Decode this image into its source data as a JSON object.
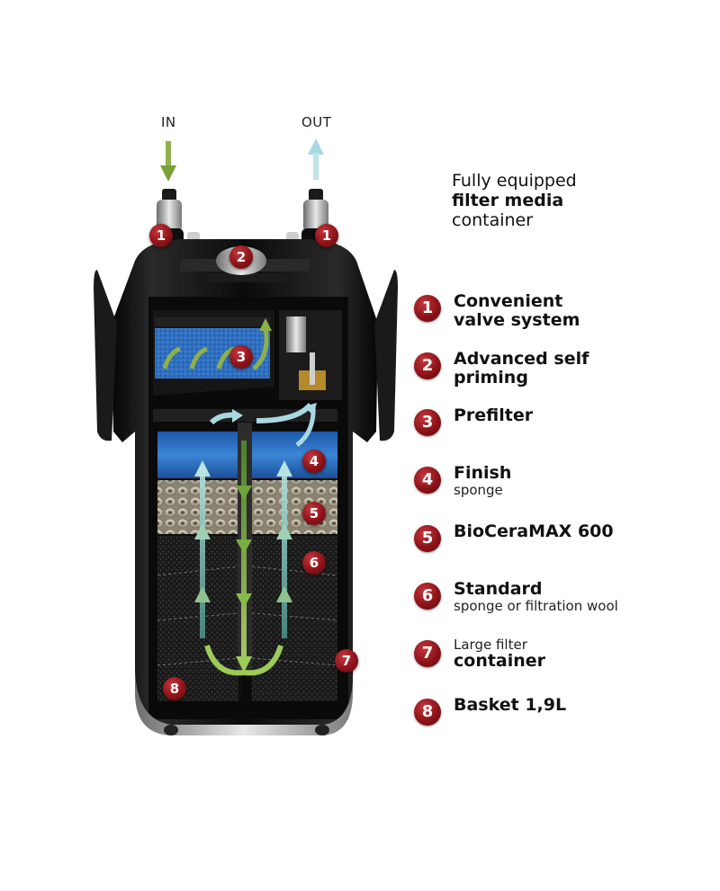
{
  "flow": {
    "in_label": "IN",
    "out_label": "OUT"
  },
  "headline": {
    "line1": "Fully equipped",
    "line2": "filter media",
    "line3": "container"
  },
  "legend": [
    {
      "number": "1",
      "title": "Convenient",
      "title2": "valve system",
      "sub": ""
    },
    {
      "number": "2",
      "title": "Advanced self",
      "title2": "priming",
      "sub": ""
    },
    {
      "number": "3",
      "title": "Prefilter",
      "title2": "",
      "sub": ""
    },
    {
      "number": "4",
      "title": "Finish",
      "title2": "",
      "sub": "sponge"
    },
    {
      "number": "5",
      "title": "BioCeraMAX 600",
      "title2": "",
      "sub": ""
    },
    {
      "number": "6",
      "title": "Standard",
      "title2": "",
      "sub": "sponge or filtration wool"
    },
    {
      "number": "7",
      "pre": "Large filter",
      "title": "container",
      "title2": "",
      "sub": ""
    },
    {
      "number": "8",
      "title": "Basket 1,9L",
      "title2": "",
      "sub": ""
    }
  ],
  "callouts": [
    {
      "number": "1",
      "target": "left-valve"
    },
    {
      "number": "1",
      "target": "right-valve"
    },
    {
      "number": "2",
      "target": "priming-button"
    },
    {
      "number": "3",
      "target": "prefilter"
    },
    {
      "number": "4",
      "target": "finish-sponge"
    },
    {
      "number": "5",
      "target": "bioceramax"
    },
    {
      "number": "6",
      "target": "standard-sponge"
    },
    {
      "number": "7",
      "target": "container"
    },
    {
      "number": "8",
      "target": "basket"
    }
  ],
  "colors": {
    "badge": "#8d1318",
    "inflow_arrow": "#8fb04a",
    "outflow_arrow": "#a9d8e3",
    "filter_body": "#111111",
    "sponge_blue": "#2f6fc0"
  }
}
